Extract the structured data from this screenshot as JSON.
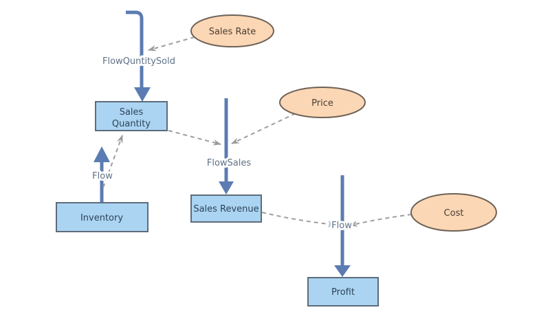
{
  "diagram": {
    "kind": "stock-and-flow-diagram",
    "background": "#ffffff",
    "colors": {
      "stock_fill": "#aad4f2",
      "stock_border": "#5d6b7a",
      "stock_text": "#2e4358",
      "variable_fill": "#fbd7b5",
      "variable_border": "#6e6156",
      "variable_text": "#4a3d33",
      "flow_pipe": "#5b7cb2",
      "flow_label_text": "#5e7186",
      "connector": "#9e9e9e"
    },
    "nodes": {
      "sales_quantity": {
        "label": "Sales Quantity",
        "line1": "Sales",
        "line2": "Quantity"
      },
      "inventory": {
        "label": "Inventory"
      },
      "sales_revenue": {
        "label": "Sales Revenue"
      },
      "profit": {
        "label": "Profit"
      }
    },
    "variables": {
      "sales_rate": {
        "label": "Sales Rate"
      },
      "price": {
        "label": "Price"
      },
      "cost": {
        "label": "Cost"
      }
    },
    "flow_labels": {
      "flow_quantity_sold": "FlowQuntitySold",
      "flow_sales": "FlowSales",
      "flow_inventory": "Flow",
      "flow_profit": "Flow"
    },
    "connections": [
      {
        "from": "Sales Rate",
        "to": "FlowQuntitySold",
        "style": "dashed"
      },
      {
        "from": "Inventory",
        "to": "Sales Quantity",
        "style": "dashed"
      },
      {
        "from": "Sales Quantity",
        "to": "FlowSales",
        "style": "dashed"
      },
      {
        "from": "Price",
        "to": "FlowSales",
        "style": "dashed"
      },
      {
        "from": "Sales Revenue",
        "to": "Flow",
        "style": "dashed"
      },
      {
        "from": "Cost",
        "to": "Flow",
        "style": "dashed"
      },
      {
        "from": "FlowQuntitySold",
        "to": "Sales Quantity",
        "style": "flow"
      },
      {
        "from": "Inventory",
        "to": "Sales Quantity",
        "style": "flow"
      },
      {
        "from": "FlowSales",
        "to": "Sales Revenue",
        "style": "flow"
      },
      {
        "from": "Flow",
        "to": "Profit",
        "style": "flow"
      }
    ]
  }
}
